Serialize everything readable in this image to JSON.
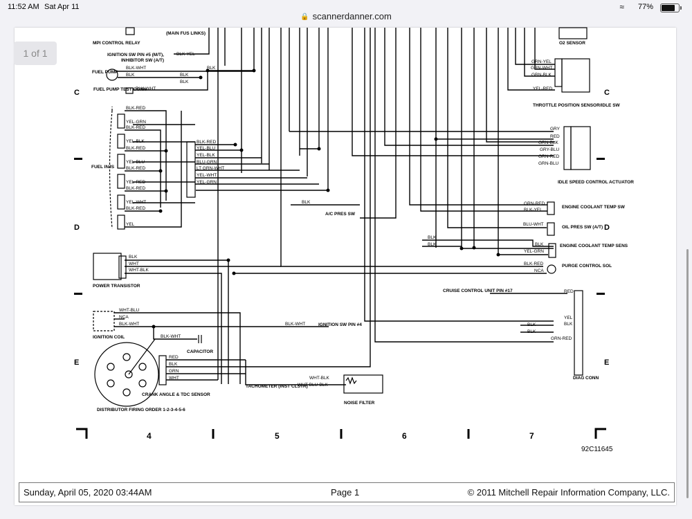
{
  "status": {
    "time": "11:52 AM",
    "date": "Sat Apr 11",
    "battery": "77%",
    "wifi_icon": "wifi-icon"
  },
  "browser": {
    "url": "scannerdanner.com"
  },
  "viewer": {
    "page_count": "1 of 1"
  },
  "footer": {
    "left": "Sunday, April 05, 2020  03:44AM",
    "center": "Page 1",
    "right": "© 2011 Mitchell Repair Information Company, LLC."
  },
  "diagram": {
    "figure_id": "92C11645",
    "row_labels": {
      "c": "C",
      "d": "D",
      "e": "E"
    },
    "columns": [
      "4",
      "5",
      "6",
      "7"
    ],
    "components": {
      "mpi_relay": "MPI CONTROL RELAY",
      "main_fus": "(MAIN FUS LINKS)",
      "ign_sw": "IGNITION SW PIN #5 (M/T),",
      "inhibitor": "INHIBITOR SW (A/T)",
      "fuel_pump": "FUEL PUMP",
      "fp_test": "FUEL PUMP TEST CONN",
      "fuel_injs": "FUEL INJS",
      "power_transistor": "POWER TRANSISTOR",
      "ignition_coil": "IGNITION COIL",
      "capacitor": "CAPACITOR",
      "distributor": "DISTRIBUTOR FIRING ORDER 1-2-3-4-5-6",
      "crank_angle": "CRANK ANGLE & TDC SENSOR",
      "tachometer": "TACHOMETER (INST CLSTR)",
      "noise_filter": "NOISE FILTER",
      "ign_sw_pin4": "IGNITION SW PIN #4",
      "ac_pres": "A/C PRES SW",
      "o2": "O2 SENSOR",
      "tps": "THROTTLE POSITION SENSOR/IDLE SW",
      "isc": "IDLE SPEED CONTROL ACTUATOR",
      "ect_sw": "ENGINE COOLANT TEMP SW",
      "oil_pres": "OIL PRES SW (A/T)",
      "ect_sens": "ENGINE COOLANT TEMP SENS",
      "purge": "PURGE CONTROL SOL",
      "cruise": "CRUISE CONTROL UNIT PIN #17",
      "diag": "DIAG CONN"
    },
    "wires": {
      "blk": "BLK",
      "blk_wht": "BLK-WHT",
      "blk_red": "BLK-RED",
      "blk_yel": "BLK-YEL",
      "yel_grn": "YEL-GRN",
      "yel_blk": "YEL-BLK",
      "yel_blu": "YEL-BLU",
      "yel_red": "YEL-RED",
      "yel_wht": "YEL-WHT",
      "yel": "YEL",
      "blu_grn": "BLU-GRN",
      "lt_grn_wht": "LT GRN-WHT",
      "wht": "WHT",
      "wht_blk": "WHT-BLK",
      "wht_blu": "WHT-BLU",
      "wht_blu_blk": "WHT-BLU-BLK",
      "nca": "NCA",
      "red": "RED",
      "grn": "GRN",
      "gry": "GRY",
      "grn_blk": "GRN-BLK",
      "gry_blu": "GRY-BLU",
      "grn_red": "GRN-RED",
      "grn_blu": "GRN-BLU",
      "grn_yel": "GRN-YEL",
      "grn_wht": "GRN-WHT",
      "blu_wht": "BLU-WHT",
      "grn_red2": "GRN-RED"
    }
  }
}
